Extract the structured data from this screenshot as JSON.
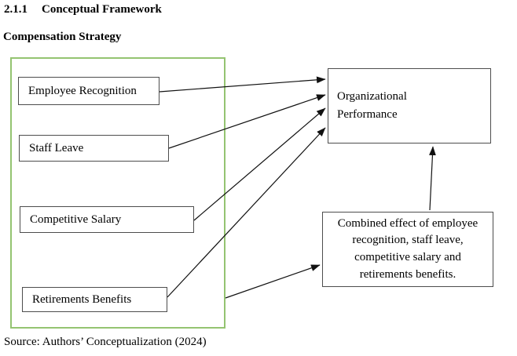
{
  "page": {
    "section_number": "2.1.1",
    "section_title": "Conceptual Framework",
    "subtitle": "Compensation Strategy",
    "source_note": "Source: Authors’ Conceptualization (2024)"
  },
  "diagram": {
    "factors": [
      {
        "label": "Employee Recognition"
      },
      {
        "label": "Staff Leave"
      },
      {
        "label": "Competitive Salary"
      },
      {
        "label": "Retirements Benefits"
      }
    ],
    "outcome": {
      "label": "Organizational Performance"
    },
    "mediator": {
      "label": "Combined effect of employee recognition, staff leave, competitive salary and retirements benefits."
    }
  },
  "colors": {
    "group_border": "#94c471",
    "box_border": "#4d4d4d",
    "arrow": "#111111"
  }
}
